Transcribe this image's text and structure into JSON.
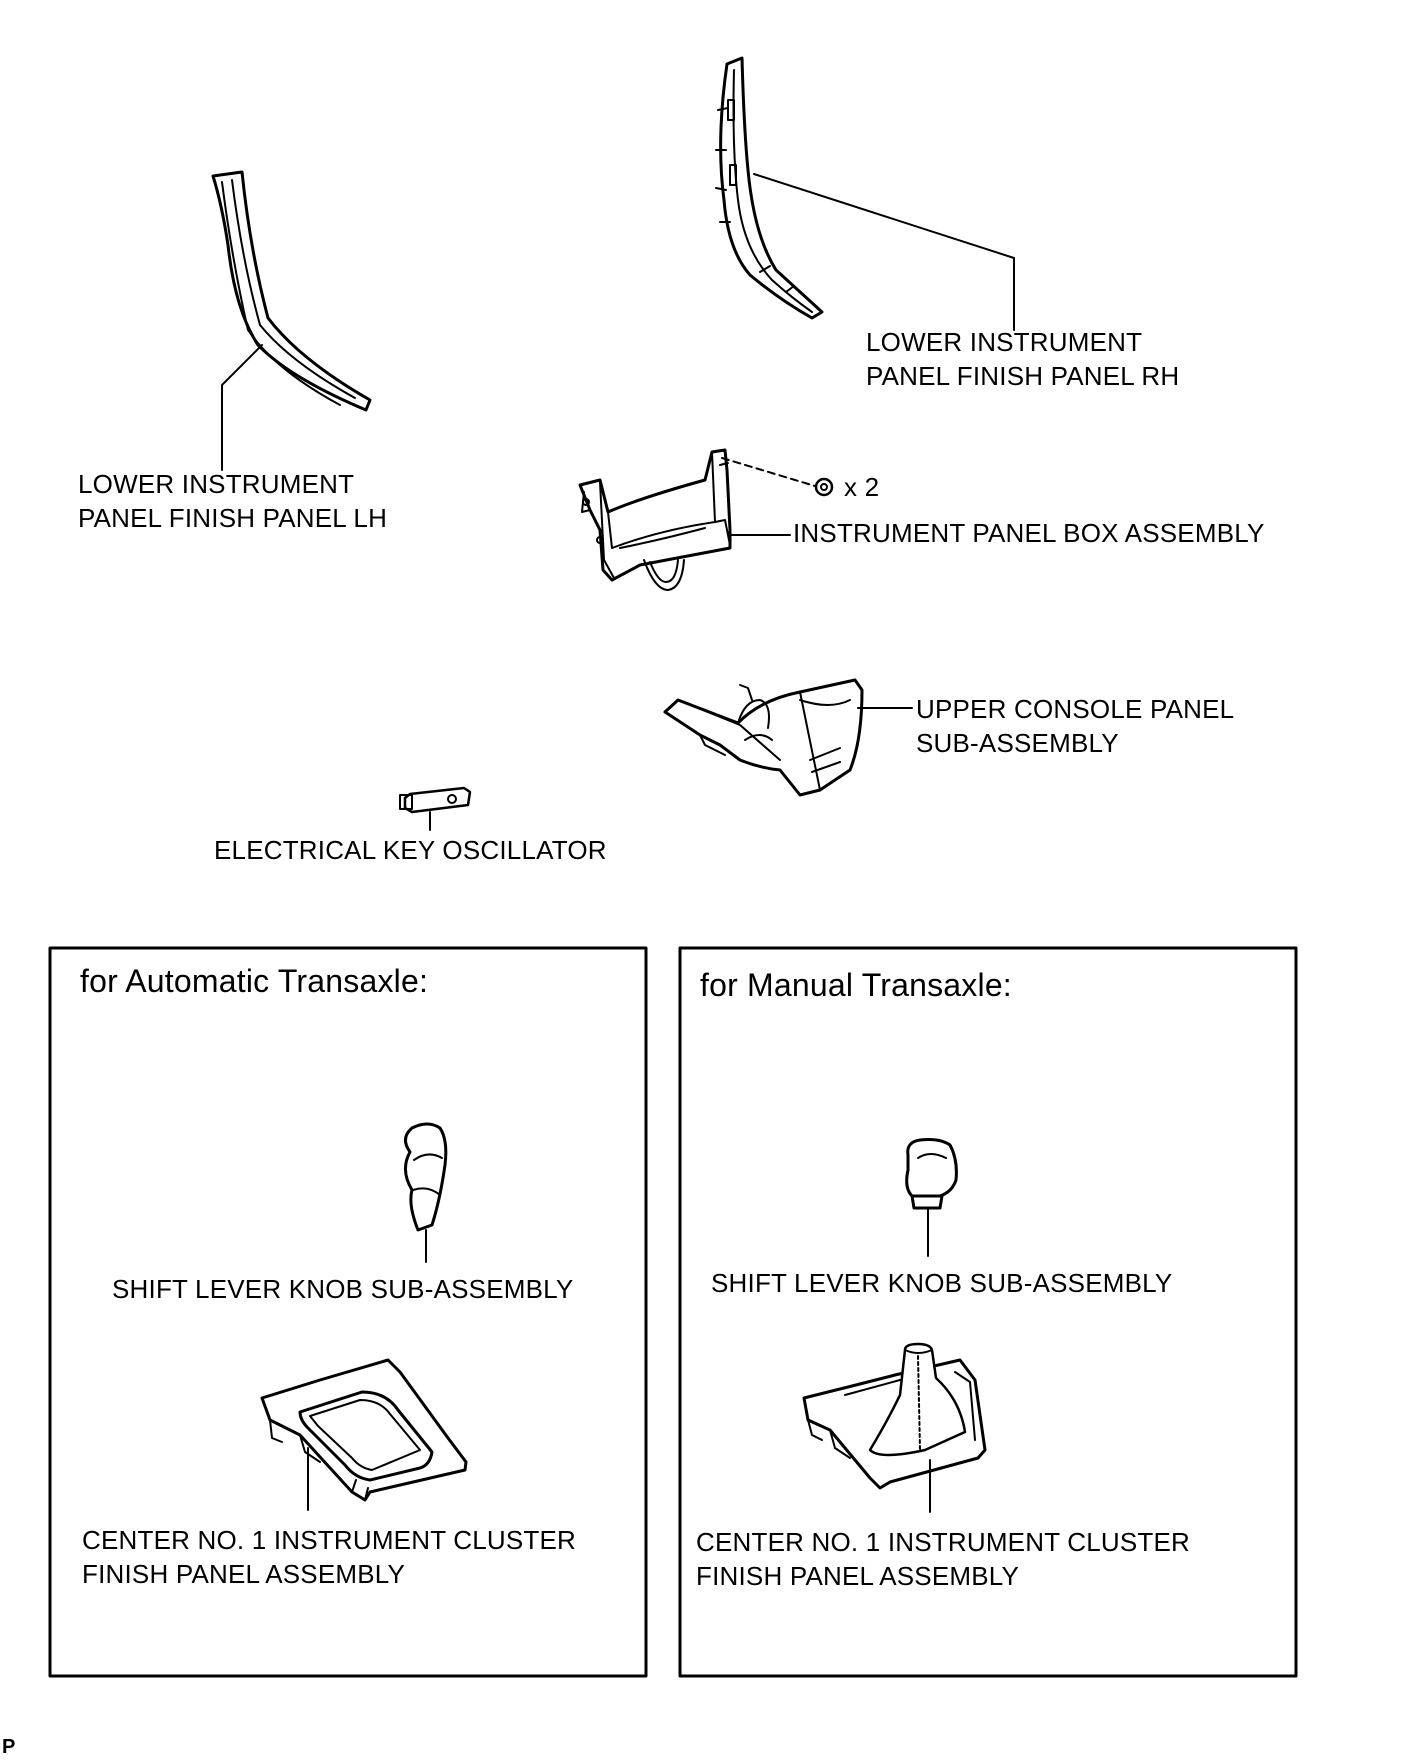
{
  "labels": {
    "lower_panel_lh": [
      "LOWER INSTRUMENT",
      "PANEL FINISH PANEL LH"
    ],
    "lower_panel_rh": [
      "LOWER INSTRUMENT",
      "PANEL FINISH PANEL RH"
    ],
    "box_assembly": "INSTRUMENT PANEL BOX ASSEMBLY",
    "screw_count": "x 2",
    "upper_console": [
      "UPPER CONSOLE PANEL",
      "SUB-ASSEMBLY"
    ],
    "key_oscillator": "ELECTRICAL KEY OSCILLATOR"
  },
  "automatic_box": {
    "title": "for Automatic Transaxle:",
    "knob_label": "SHIFT LEVER KNOB SUB-ASSEMBLY",
    "cluster_label": [
      "CENTER NO. 1 INSTRUMENT CLUSTER",
      "FINISH PANEL ASSEMBLY"
    ]
  },
  "manual_box": {
    "title": "for Manual Transaxle:",
    "knob_label": "SHIFT LEVER KNOB SUB-ASSEMBLY",
    "cluster_label": [
      "CENTER NO. 1 INSTRUMENT CLUSTER",
      "FINISH PANEL ASSEMBLY"
    ]
  },
  "figure_ref": "P"
}
